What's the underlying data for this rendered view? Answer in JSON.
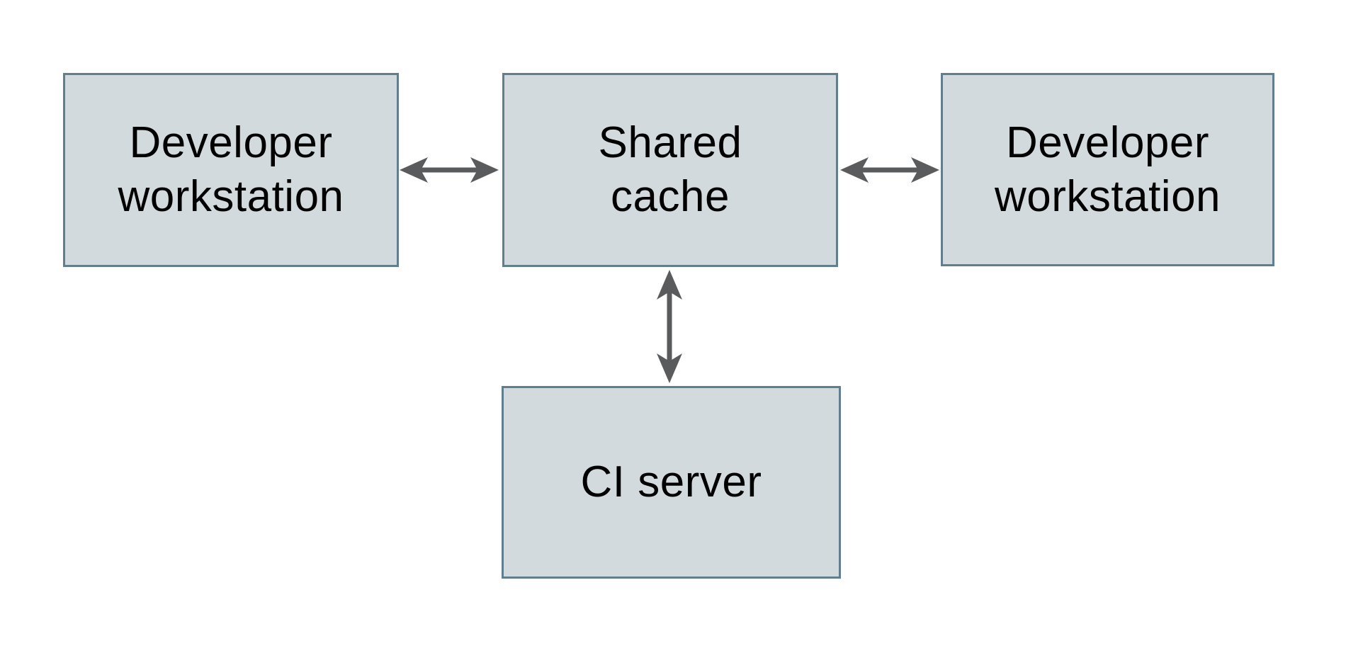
{
  "colors": {
    "background": "#ffffff",
    "node_fill": "#d3dade",
    "node_border": "#617e8e",
    "arrow": "#595b5d",
    "text": "#000000"
  },
  "nodes": [
    {
      "id": "developer-workstation-left",
      "label": "Developer workstation",
      "lines": [
        "Developer",
        "workstation"
      ]
    },
    {
      "id": "shared-cache",
      "label": "Shared cache",
      "lines": [
        "Shared",
        "cache"
      ]
    },
    {
      "id": "developer-workstation-right",
      "label": "Developer workstation",
      "lines": [
        "Developer",
        "workstation"
      ]
    },
    {
      "id": "ci-server",
      "label": "CI server",
      "lines": [
        "CI server"
      ]
    }
  ],
  "edges": [
    {
      "from": "developer-workstation-left",
      "to": "shared-cache",
      "direction": "bidirectional",
      "orientation": "horizontal"
    },
    {
      "from": "shared-cache",
      "to": "developer-workstation-right",
      "direction": "bidirectional",
      "orientation": "horizontal"
    },
    {
      "from": "shared-cache",
      "to": "ci-server",
      "direction": "bidirectional",
      "orientation": "vertical"
    }
  ]
}
